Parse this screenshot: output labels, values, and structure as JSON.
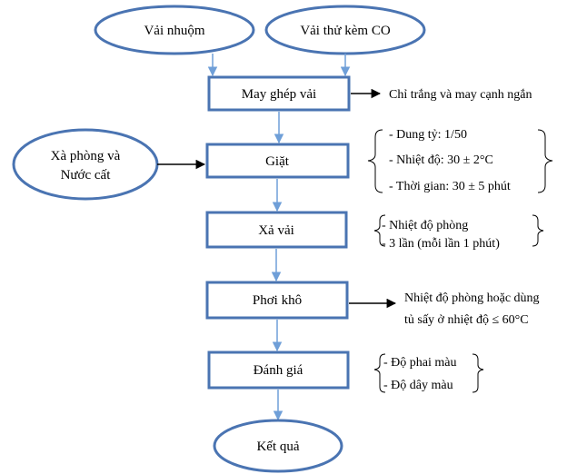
{
  "inputs": {
    "dyed_fabric": "Vải nhuộm",
    "test_fabric": "Vải thử kèm CO",
    "soap_water": [
      "Xà phòng và",
      "Nước cất"
    ]
  },
  "steps": {
    "sew": "May ghép vải",
    "wash": "Giặt",
    "rinse": "Xả vải",
    "dry": "Phơi khô",
    "evaluate": "Đánh giá",
    "result": "Kết quả"
  },
  "notes": {
    "sew": "Chỉ trắng và may cạnh ngắn",
    "wash": [
      "- Dung tỷ: 1/50",
      "- Nhiệt độ: 30 ± 2°C",
      "- Thời gian: 30 ± 5 phút"
    ],
    "rinse": [
      "- Nhiệt độ phòng",
      "- 3 lần (mỗi lần 1 phút)"
    ],
    "dry": [
      "Nhiệt độ phòng hoặc dùng",
      "tủ sấy ở nhiệt độ ≤ 60°C"
    ],
    "evaluate": [
      "- Độ phai màu",
      "- Độ dây màu"
    ]
  },
  "colors": {
    "shape_border": "#4a74b2",
    "flow_arrow": "#6f9fd8",
    "black_arrow": "#000000"
  }
}
